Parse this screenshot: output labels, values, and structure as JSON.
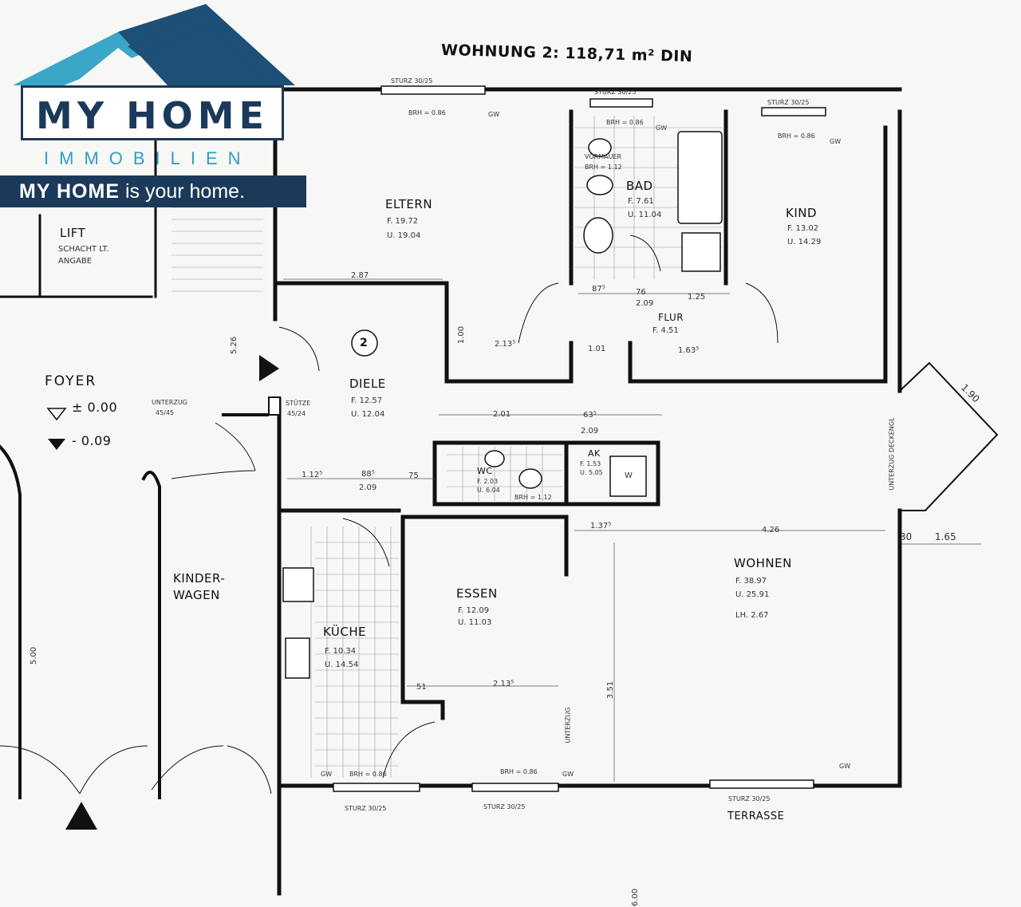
{
  "title": "WOHNUNG 2: 118,71 m² DIN",
  "logo": {
    "wordmark": "MY HOME",
    "subline": "IMMOBILIEN",
    "slogan_brand": "MY HOME",
    "slogan_rest": "is your home."
  },
  "colors": {
    "navy": "#1b3a5a",
    "teal": "#2f9fc0",
    "roof_light": "#3aa6c8",
    "roof_dark": "#1d4f77"
  },
  "rooms": {
    "eltern": {
      "name": "ELTERN",
      "f": "F. 19.72",
      "u": "U. 19.04"
    },
    "bad": {
      "name": "BAD",
      "f": "F. 7.61",
      "u": "U. 11.04"
    },
    "kind": {
      "name": "KIND",
      "f": "F. 13.02",
      "u": "U. 14.29"
    },
    "flur": {
      "name": "FLUR",
      "f": "F. 4.51"
    },
    "diele": {
      "name": "DIELE",
      "f": "F. 12.57",
      "u": "U. 12.04"
    },
    "wc": {
      "name": "WC",
      "f": "F. 2.03",
      "u": "U. 6.04"
    },
    "ak": {
      "name": "AK",
      "f": "F. 1.53",
      "u": "U. 5.05"
    },
    "kueche": {
      "name": "KÜCHE",
      "f": "F. 10.34",
      "u": "U. 14.54"
    },
    "essen": {
      "name": "ESSEN",
      "f": "F. 12.09",
      "u": "U. 11.03"
    },
    "wohnen": {
      "name": "WOHNEN",
      "f": "F. 38.97",
      "u": "U. 25.91",
      "h": "LH. 2.67"
    },
    "lift": {
      "name": "LIFT",
      "sub1": "SCHACHT LT.",
      "sub2": "ANGABE"
    },
    "foyer": {
      "name": "FOYER",
      "lvl1": "± 0.00",
      "lvl2": "- 0.09"
    },
    "kinderwagen": {
      "line1": "KINDER-",
      "line2": "WAGEN"
    },
    "terrasse": {
      "name": "TERRASSE"
    }
  },
  "marker": "2",
  "labels": {
    "sturz": "STURZ 30/25",
    "brh086": "BRH = 0.86",
    "gw": "GW",
    "stuetze": "STÜTZE",
    "stuetze_size": "45/24",
    "unterzug": "UNTERZUG",
    "unterzug_size": "45/45",
    "unterzug_deckengl": "UNTERZUG DECKENGL",
    "vormauer": "VORMAUER",
    "brh112": "BRH = 1.12",
    "w": "W"
  },
  "dims": {
    "d287": "2.87",
    "d213a": "2.13⁵",
    "d101": "1.01",
    "d163": "1.63⁵",
    "d87": "87⁵",
    "d76": "76",
    "d125": "1.25",
    "d209": "2.09",
    "d201": "2.01",
    "d63": "63⁵",
    "d88": "88⁵",
    "d112": "1.12⁵",
    "d75": "75",
    "d137": "1.37⁵",
    "d426": "4.26",
    "d213b": "2.13⁵",
    "d51": "51",
    "d351": "3.51",
    "d190": "1.90",
    "d30": "30",
    "d165": "1.65",
    "d526": "5.26",
    "d500": "5.00",
    "d600": "6.00",
    "d100": "1.00"
  }
}
